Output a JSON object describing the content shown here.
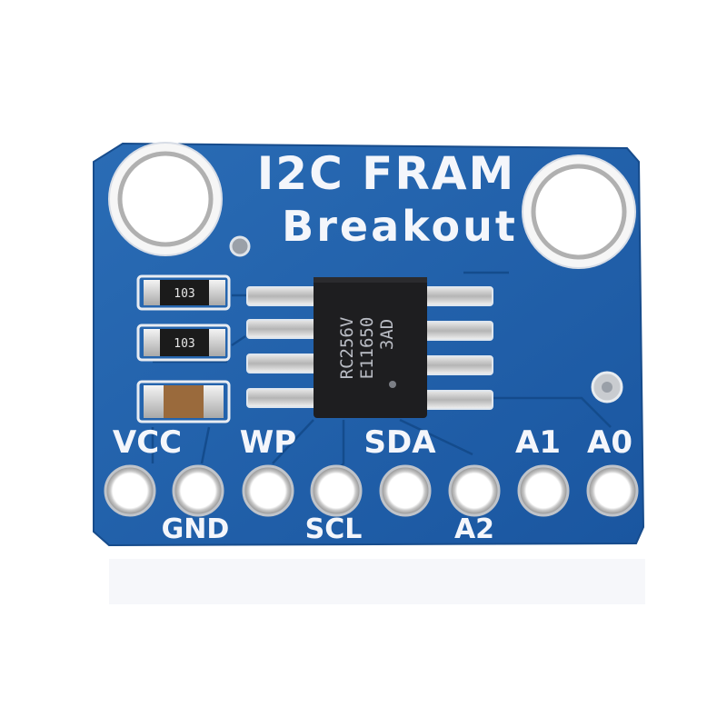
{
  "board": {
    "title_line1": "I2C FRAM",
    "title_line2": "Breakout",
    "pcb_color": "#1f5fa8",
    "silkscreen_color": "#f4f6fb"
  },
  "chip": {
    "marking_line1": "RC256V",
    "marking_line2": "E11650",
    "marking_line3": "3AD"
  },
  "resistors": [
    {
      "marking": "103"
    },
    {
      "marking": "103"
    }
  ],
  "pins_top": [
    "VCC",
    "WP",
    "SDA",
    "A1",
    "A0"
  ],
  "pins_bottom": [
    "GND",
    "SCL",
    "A2"
  ]
}
